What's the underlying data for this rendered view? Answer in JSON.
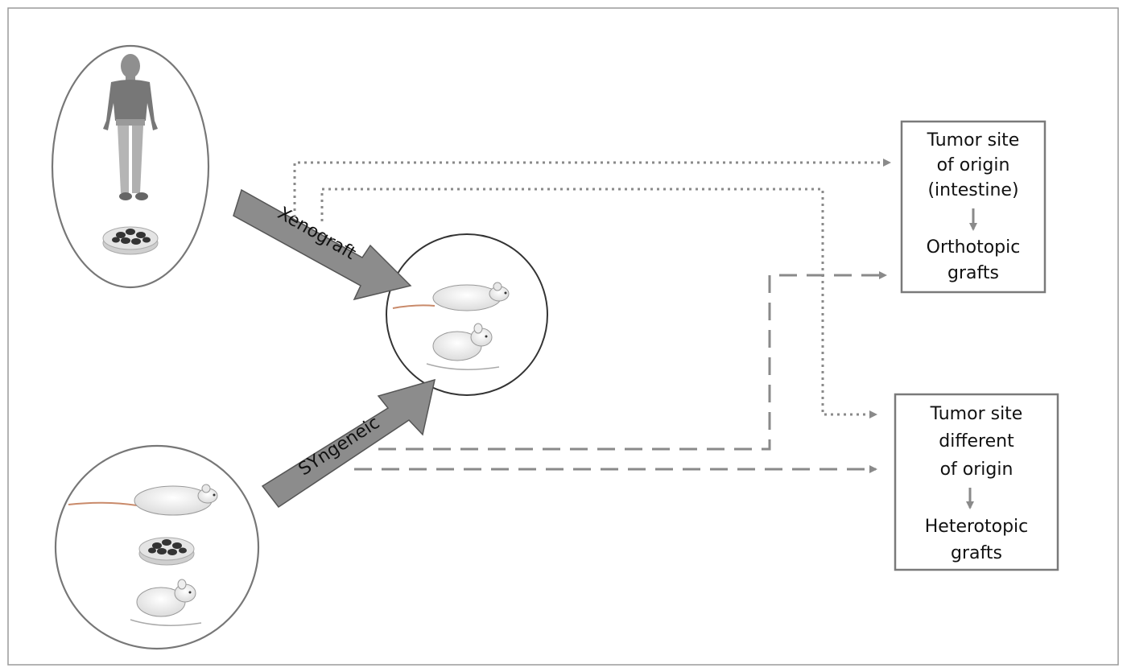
{
  "arrows": {
    "xenograft_label": "Xenograft",
    "syngeneic_label": "SYngeneic"
  },
  "boxes": {
    "orthotopic": {
      "lines": [
        "Tumor site",
        "of origin",
        "(intestine)"
      ],
      "result": [
        "Orthotopic",
        "grafts"
      ]
    },
    "heterotopic": {
      "lines": [
        "Tumor site",
        "different",
        "of origin"
      ],
      "result": [
        "Heterotopic",
        "grafts"
      ]
    }
  },
  "icons": {
    "human_source": "human-figure-icon",
    "mouse_source": "mouse-icon",
    "dish": "petri-dish-icon",
    "host_mice": "mouse-icon"
  },
  "colors": {
    "arrow_fill": "#8c8c8c",
    "line": "#8a8a8a",
    "border": "#7a7a7a"
  }
}
